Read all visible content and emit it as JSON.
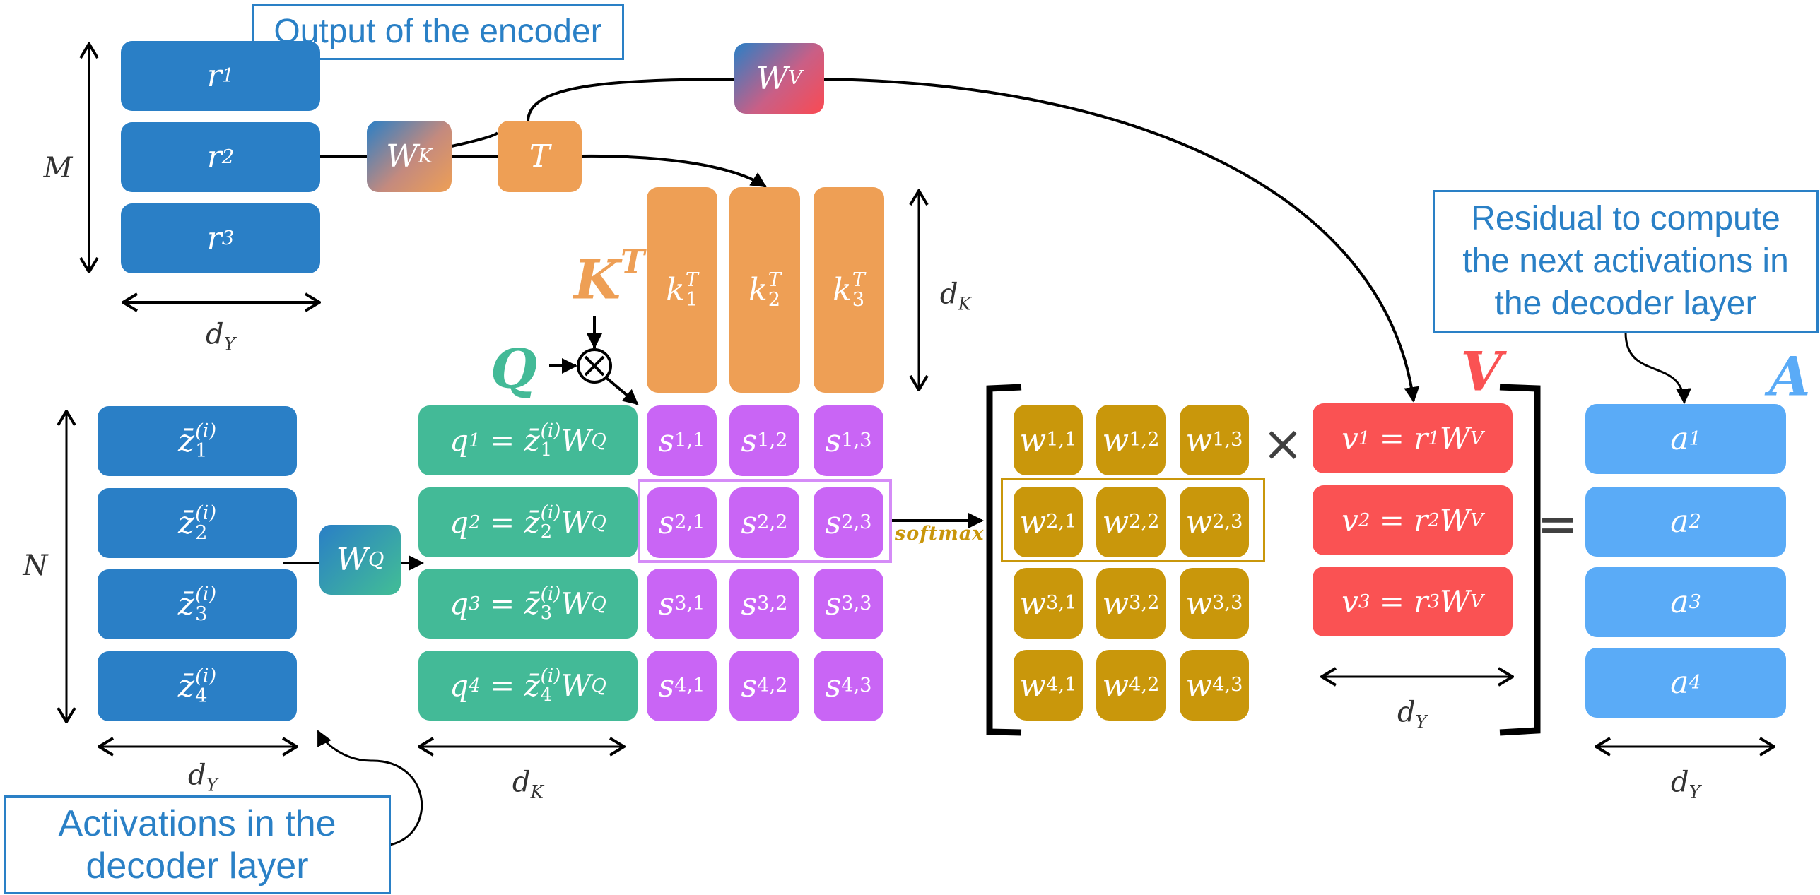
{
  "callouts": {
    "encoder_output": "Output of the encoder",
    "residual": [
      "Residual to compute",
      "the next activations in",
      "the decoder layer"
    ],
    "decoder_activations": [
      "Activations in the",
      "decoder layer"
    ]
  },
  "encoder_rows": [
    {
      "base": "r",
      "sub": "1"
    },
    {
      "base": "r",
      "sub": "2"
    },
    {
      "base": "r",
      "sub": "3"
    }
  ],
  "decoder_rows": [
    {
      "base": "z̄",
      "sub": "1",
      "sup": "(i)"
    },
    {
      "base": "z̄",
      "sub": "2",
      "sup": "(i)"
    },
    {
      "base": "z̄",
      "sub": "3",
      "sup": "(i)"
    },
    {
      "base": "z̄",
      "sub": "4",
      "sup": "(i)"
    }
  ],
  "weights": {
    "wk": {
      "base": "W",
      "sub": "K"
    },
    "wv": {
      "base": "W",
      "sub": "V"
    },
    "wq": {
      "base": "W",
      "sub": "Q"
    },
    "transpose": "T"
  },
  "keys_transposed": [
    {
      "base": "k",
      "sub": "1",
      "sup": "T"
    },
    {
      "base": "k",
      "sub": "2",
      "sup": "T"
    },
    {
      "base": "k",
      "sub": "3",
      "sup": "T"
    }
  ],
  "queries": [
    {
      "lhs": "q",
      "lhs_sub": "1",
      "eq": " = ",
      "base": "z̄",
      "sub": "1",
      "sup": "(i)",
      "w": "W",
      "w_sub": "Q"
    },
    {
      "lhs": "q",
      "lhs_sub": "2",
      "eq": " = ",
      "base": "z̄",
      "sub": "2",
      "sup": "(i)",
      "w": "W",
      "w_sub": "Q"
    },
    {
      "lhs": "q",
      "lhs_sub": "3",
      "eq": " = ",
      "base": "z̄",
      "sub": "3",
      "sup": "(i)",
      "w": "W",
      "w_sub": "Q"
    },
    {
      "lhs": "q",
      "lhs_sub": "4",
      "eq": " = ",
      "base": "z̄",
      "sub": "4",
      "sup": "(i)",
      "w": "W",
      "w_sub": "Q"
    }
  ],
  "scores": [
    [
      "1,1",
      "1,2",
      "1,3"
    ],
    [
      "2,1",
      "2,2",
      "2,3"
    ],
    [
      "3,1",
      "3,2",
      "3,3"
    ],
    [
      "4,1",
      "4,2",
      "4,3"
    ]
  ],
  "score_symbol": "s",
  "weights_matrix": [
    [
      "1,1",
      "1,2",
      "1,3"
    ],
    [
      "2,1",
      "2,2",
      "2,3"
    ],
    [
      "3,1",
      "3,2",
      "3,3"
    ],
    [
      "4,1",
      "4,2",
      "4,3"
    ]
  ],
  "weight_symbol": "w",
  "values": [
    {
      "lhs": "v",
      "lhs_sub": "1",
      "eq": " = ",
      "r": "r",
      "r_sub": "1",
      "w": "W",
      "w_sub": "V"
    },
    {
      "lhs": "v",
      "lhs_sub": "2",
      "eq": " = ",
      "r": "r",
      "r_sub": "2",
      "w": "W",
      "w_sub": "V"
    },
    {
      "lhs": "v",
      "lhs_sub": "3",
      "eq": " = ",
      "r": "r",
      "r_sub": "3",
      "w": "W",
      "w_sub": "V"
    }
  ],
  "outputs": [
    {
      "base": "a",
      "sub": "1"
    },
    {
      "base": "a",
      "sub": "2"
    },
    {
      "base": "a",
      "sub": "3"
    },
    {
      "base": "a",
      "sub": "4"
    }
  ],
  "labels": {
    "M": "M",
    "N": "N",
    "dY": {
      "base": "d",
      "sub": "Y"
    },
    "dK": {
      "base": "d",
      "sub": "K"
    },
    "KT": {
      "base": "K",
      "sup": "T"
    },
    "Q": "Q",
    "V": "V",
    "A": "A",
    "softmax": "softmax",
    "times": "×",
    "equals": "=",
    "otimes": "⊗"
  },
  "colors": {
    "encoder_blue": "#2a7fc6",
    "query_green": "#43ba97",
    "key_orange": "#ee9f55",
    "score_purple": "#c965f5",
    "weight_gold": "#c9970b",
    "value_red": "#fa5253",
    "output_lightblue": "#5aabf7",
    "callout_blue": "#2a80c6"
  }
}
